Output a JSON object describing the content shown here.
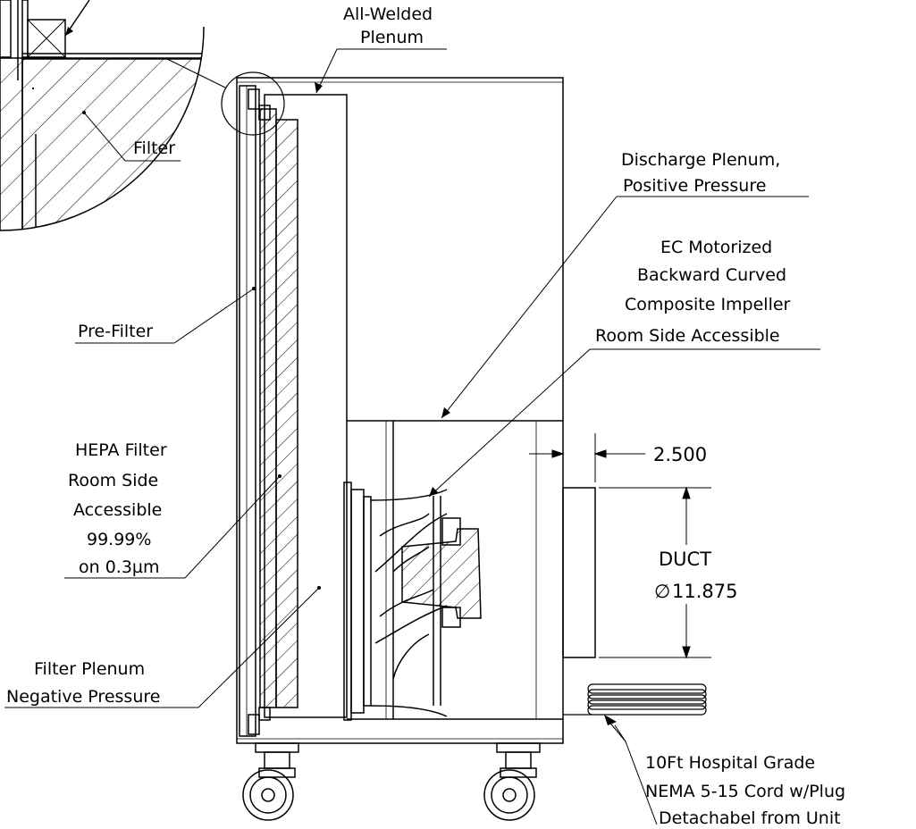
{
  "labels": {
    "all_welded_1": "All-Welded",
    "all_welded_2": "Plenum",
    "filter": "Filter",
    "discharge_1": "Discharge Plenum,",
    "discharge_2": "Positive Pressure",
    "ec_1": "EC Motorized",
    "ec_2": "Backward Curved",
    "ec_3": "Composite Impeller",
    "ec_4": "Room Side Accessible",
    "prefilter": "Pre-Filter",
    "hepa_1": "HEPA Filter",
    "hepa_2": "Room Side",
    "hepa_3": "Accessible",
    "hepa_4": "99.99%",
    "hepa_5": "on 0.3µm",
    "plenum_1": "Filter Plenum",
    "plenum_2": "Negative Pressure",
    "cord_1": "10Ft Hospital Grade",
    "cord_2": "NEMA 5-15 Cord w/Plug",
    "cord_3": "Detachabel from Unit"
  },
  "dimensions": {
    "offset": "2.500",
    "duct_label": "DUCT",
    "duct_diameter": "11.875",
    "diameter_symbol": "∅"
  },
  "colors": {
    "line": "#000000",
    "background": "#ffffff"
  }
}
